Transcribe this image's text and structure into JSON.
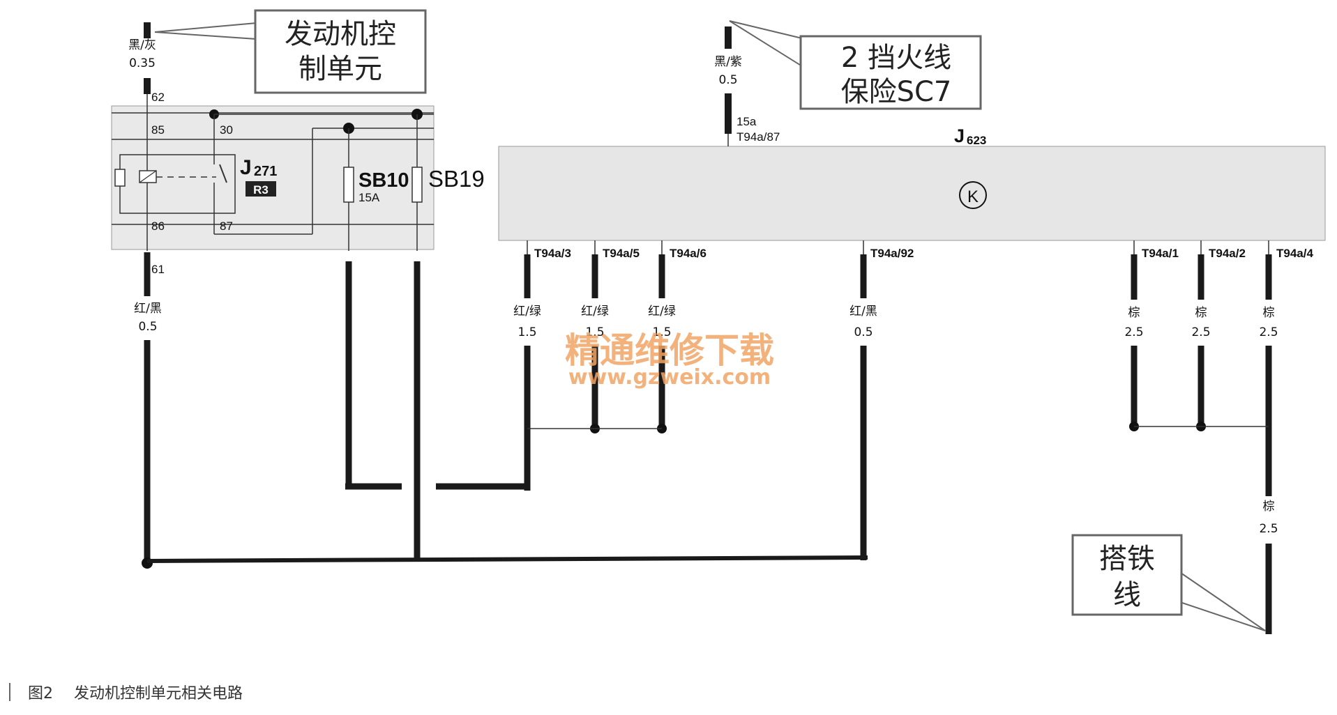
{
  "caption": {
    "figure": "图2",
    "text": "发动机控制单元相关电路"
  },
  "callouts": {
    "ecu": [
      "发动机控",
      "制单元"
    ],
    "fuse": [
      "2 挡火线",
      "保险SC7"
    ],
    "ground": [
      "搭铁",
      "线"
    ]
  },
  "watermark": {
    "line1": "精通维修下载",
    "line2": "www.gzweix.com"
  },
  "relay": {
    "name": "J",
    "subscript": "271",
    "badge": "R3",
    "pins": {
      "p62": "62",
      "p85": "85",
      "p30": "30",
      "p86": "86",
      "p87": "87",
      "p61": "61"
    }
  },
  "fuses": {
    "sb10": "SB10",
    "sb10_rating": "15A",
    "sb19": "SB19"
  },
  "ecu": {
    "name": "J",
    "subscript": "623",
    "symbol": "K",
    "top_pin": "15a",
    "top_connector": "T94a/87",
    "pins": [
      "T94a/3",
      "T94a/5",
      "T94a/6",
      "T94a/92",
      "T94a/1",
      "T94a/2",
      "T94a/4"
    ]
  },
  "wires": {
    "ecu_in": {
      "color": "黑/灰",
      "size": "0.35"
    },
    "fuse_in": {
      "color": "黑/紫",
      "size": "0.5"
    },
    "relay_out": {
      "color": "红/黑",
      "size": "0.5"
    },
    "t3": {
      "color": "红/绿",
      "size": "1.5"
    },
    "t5": {
      "color": "红/绿",
      "size": "1.5"
    },
    "t6": {
      "color": "红/绿",
      "size": "1.5"
    },
    "t92": {
      "color": "红/黑",
      "size": "0.5"
    },
    "t1": {
      "color": "棕",
      "size": "2.5"
    },
    "t2": {
      "color": "棕",
      "size": "2.5"
    },
    "t4": {
      "color": "棕",
      "size": "2.5"
    },
    "ground": {
      "color": "棕",
      "size": "2.5"
    }
  }
}
